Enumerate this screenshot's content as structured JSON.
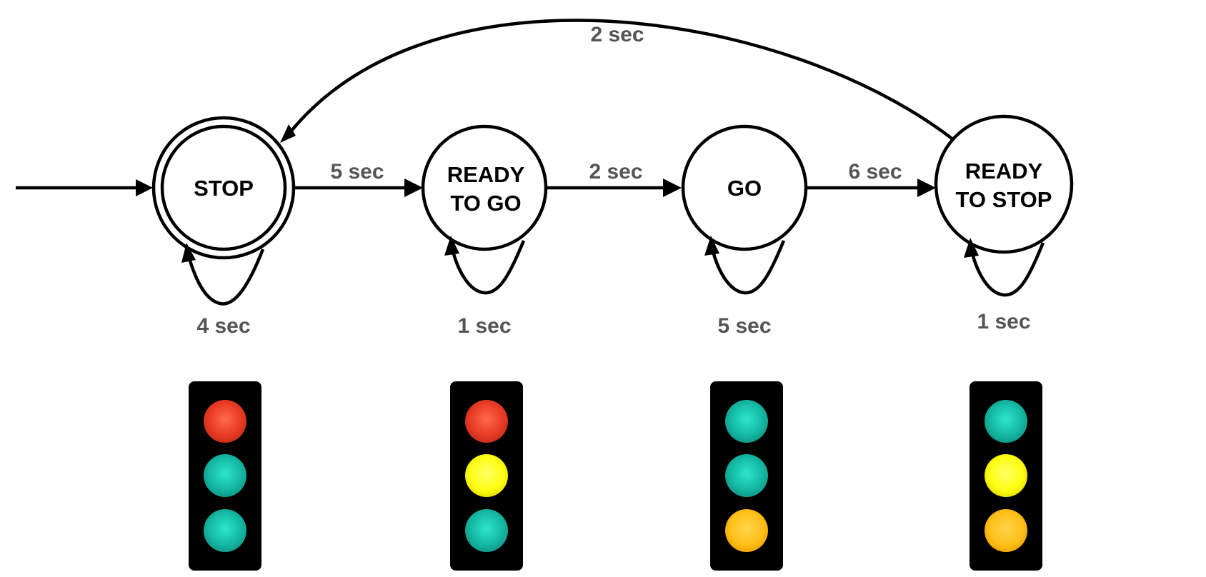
{
  "states": {
    "stop": {
      "label_lines": [
        "STOP"
      ],
      "self_loop": "4 sec",
      "accepting": true
    },
    "ready_to_go": {
      "label_lines": [
        "READY",
        "TO GO"
      ],
      "self_loop": "1 sec"
    },
    "go": {
      "label_lines": [
        "GO"
      ],
      "self_loop": "5 sec"
    },
    "ready_to_stop": {
      "label_lines": [
        "READY",
        "TO STOP"
      ],
      "self_loop": "1 sec"
    }
  },
  "transitions": {
    "stop_to_ready_to_go": "5 sec",
    "ready_to_go_to_go": "2 sec",
    "go_to_ready_to_stop": "6 sec",
    "ready_to_stop_to_stop": "2 sec"
  },
  "traffic_lights": [
    {
      "state": "STOP",
      "lamps": [
        "red",
        "teal",
        "teal"
      ]
    },
    {
      "state": "READY TO GO",
      "lamps": [
        "red",
        "yellow",
        "teal"
      ]
    },
    {
      "state": "GO",
      "lamps": [
        "teal",
        "teal",
        "amber"
      ]
    },
    {
      "state": "READY TO STOP",
      "lamps": [
        "teal",
        "yellow",
        "amber"
      ]
    }
  ],
  "colors": {
    "red": "#f0402a",
    "teal": "#1cc4ad",
    "yellow": "#ffff14",
    "amber": "#ffc41c",
    "housing": "#000000",
    "label_gray": "#555555"
  }
}
